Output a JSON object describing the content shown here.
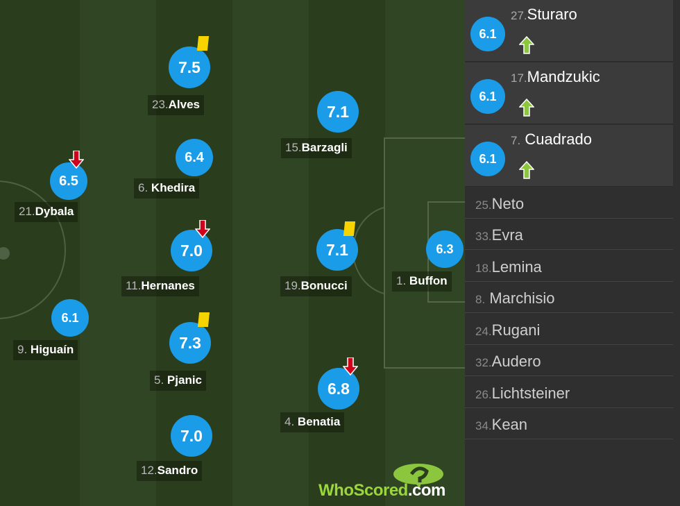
{
  "colors": {
    "rating": "#1b9ce8",
    "card": "#f7d400",
    "sub_out": "#d0021b",
    "sub_in": "#8cc63f",
    "logo_green": "#9ad63c"
  },
  "players": [
    {
      "number": "23.",
      "name": "Alves",
      "rating": "7.5",
      "yellow_card": true
    },
    {
      "number": "6.",
      "name": "Khedira",
      "rating": "6.4"
    },
    {
      "number": "21.",
      "name": "Dybala",
      "rating": "6.5",
      "subbed_off": true
    },
    {
      "number": "11.",
      "name": "Hernanes",
      "rating": "7.0",
      "subbed_off": true
    },
    {
      "number": "9.",
      "name": "Higuaín",
      "rating": "6.1"
    },
    {
      "number": "5.",
      "name": "Pjanic",
      "rating": "7.3",
      "yellow_card": true
    },
    {
      "number": "12.",
      "name": "Sandro",
      "rating": "7.0"
    },
    {
      "number": "15.",
      "name": "Barzagli",
      "rating": "7.1"
    },
    {
      "number": "19.",
      "name": "Bonucci",
      "rating": "7.1",
      "yellow_card": true
    },
    {
      "number": "4.",
      "name": "Benatia",
      "rating": "6.8",
      "subbed_off": true
    },
    {
      "number": "1.",
      "name": "Buffon",
      "rating": "6.3"
    }
  ],
  "substitutes_in": [
    {
      "number": "27.",
      "name": "Sturaro",
      "rating": "6.1",
      "icon": "sub-in-arrow-icon"
    },
    {
      "number": "17.",
      "name": "Mandzukic",
      "rating": "6.1",
      "icon": "sub-in-arrow-icon"
    },
    {
      "number": "7.",
      "name": "Cuadrado",
      "rating": "6.1",
      "icon": "sub-in-arrow-icon"
    }
  ],
  "bench": [
    {
      "number": "25.",
      "name": "Neto"
    },
    {
      "number": "33.",
      "name": "Evra"
    },
    {
      "number": "18.",
      "name": "Lemina"
    },
    {
      "number": "8.",
      "name": "Marchisio"
    },
    {
      "number": "24.",
      "name": "Rugani"
    },
    {
      "number": "32.",
      "name": "Audero"
    },
    {
      "number": "26.",
      "name": "Lichtsteiner"
    },
    {
      "number": "34.",
      "name": "Kean"
    }
  ],
  "logo": {
    "text_main": "WhoScored",
    "text_dot": ".com"
  }
}
